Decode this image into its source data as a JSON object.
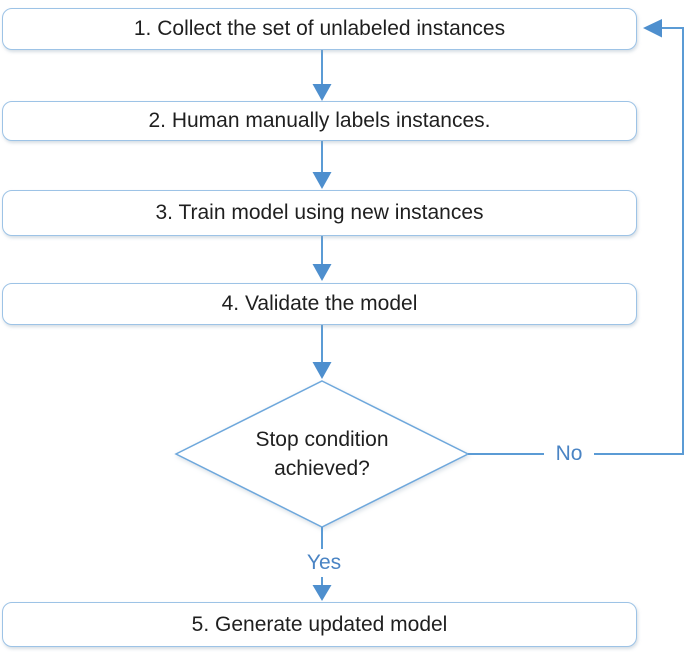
{
  "diagram": {
    "type": "flowchart",
    "nodes": [
      {
        "id": "step-1",
        "shape": "rounded-rect",
        "label": "1. Collect the set of unlabeled instances"
      },
      {
        "id": "step-2",
        "shape": "rounded-rect",
        "label": "2. Human manually labels instances."
      },
      {
        "id": "step-3",
        "shape": "rounded-rect",
        "label": "3. Train model using new instances"
      },
      {
        "id": "step-4",
        "shape": "rounded-rect",
        "label": "4. Validate the model"
      },
      {
        "id": "decision",
        "shape": "diamond",
        "label": "Stop condition achieved?"
      },
      {
        "id": "step-5",
        "shape": "rounded-rect",
        "label": "5. Generate updated model"
      }
    ],
    "edges": [
      {
        "from": "step-1",
        "to": "step-2",
        "label": ""
      },
      {
        "from": "step-2",
        "to": "step-3",
        "label": ""
      },
      {
        "from": "step-3",
        "to": "step-4",
        "label": ""
      },
      {
        "from": "step-4",
        "to": "decision",
        "label": ""
      },
      {
        "from": "decision",
        "to": "step-1",
        "label": "No"
      },
      {
        "from": "decision",
        "to": "step-5",
        "label": "Yes"
      }
    ],
    "branch_labels": {
      "no": "No",
      "yes": "Yes"
    },
    "colors": {
      "connector": "#5B9BD5",
      "arrowhead": "#4E8FCE",
      "node_border": "#9DC3E6",
      "diamond_border": "#6FA8DC",
      "node_fill": "#FFFFFF",
      "node_text": "#1F1F1F",
      "branch_label_text": "#4A84C4"
    }
  }
}
